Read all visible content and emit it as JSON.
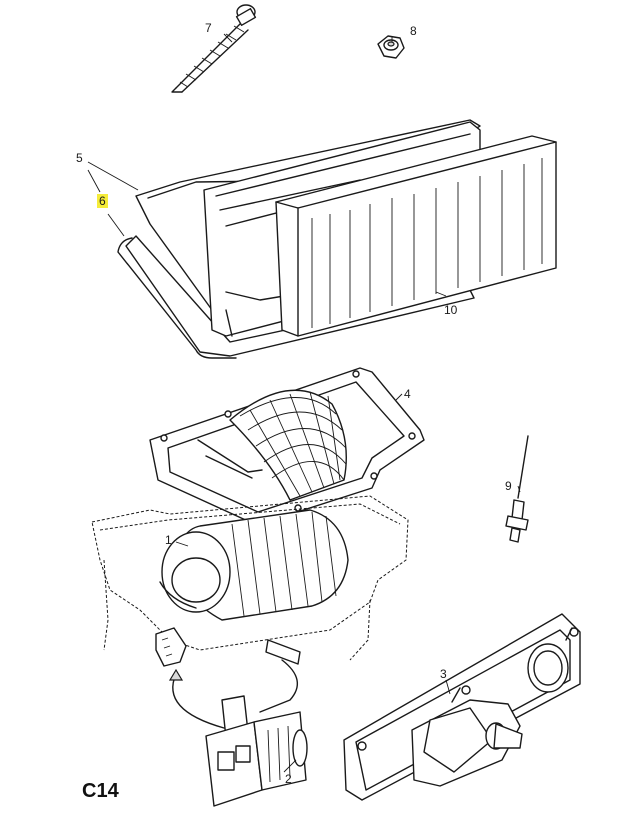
{
  "page_code": "C14",
  "callouts": {
    "p1": "1",
    "p2": "2",
    "p3": "3",
    "p4": "4",
    "p5": "5",
    "p6": "6",
    "p7": "7",
    "p8": "8",
    "p9": "9",
    "p10": "10"
  },
  "highlight_color": "#f5ec3a"
}
